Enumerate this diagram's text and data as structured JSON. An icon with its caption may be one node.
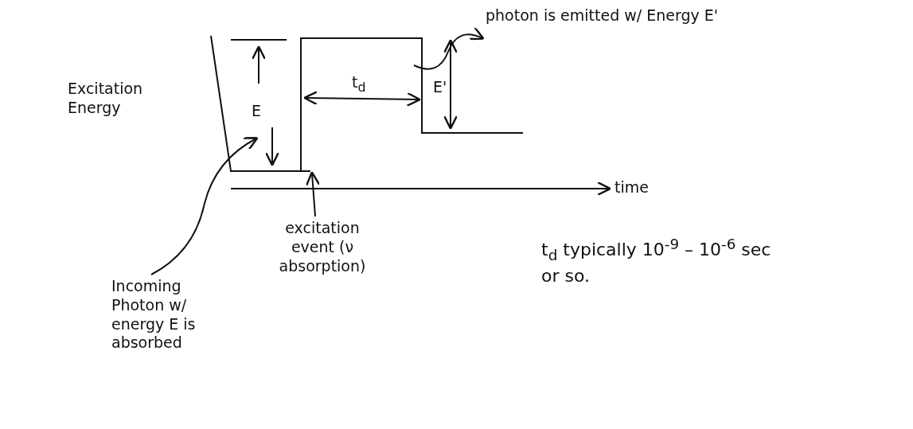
{
  "diagram": {
    "nodes": [
      {
        "text": [
          "photon is emitted w/ Energy E'"
        ]
      },
      {
        "text": [
          "excitation event (ν absorption)"
        ]
      },
      {
        "text": [
          "Incoming Photon w/ energy E is absorbed"
        ]
      },
      {
        "text": [],
        "shape": "picture"
      }
    ],
    "edges": [
      {
        "from": 2,
        "to": 3,
        "arrow": "to"
      },
      {
        "from": 1,
        "to": 3,
        "arrow": "to"
      },
      {
        "from": 3,
        "to": 0,
        "arrow": "to"
      }
    ],
    "labels": [
      "Excitation Energy",
      "E",
      "t$_{d}$",
      "E'",
      "time",
      "t$_{d}$ typically 10$^{-9}$ – 10$^{-6}$ sec or so."
    ]
  }
}
